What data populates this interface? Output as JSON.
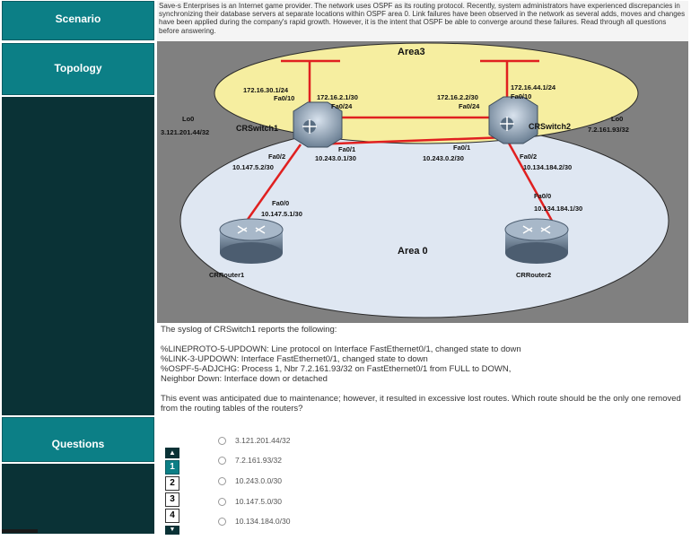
{
  "nav": {
    "scenario": "Scenario",
    "topology": "Topology",
    "questions": "Questions"
  },
  "scenario_text": "Save-s Enterprises is an Internet game provider. The network uses OSPF as its routing protocol. Recently, system administrators have experienced discrepancies in synchronizing their database servers at separate locations within OSPF area 0. Link failures have been observed in the network as several adds, moves and changes have been applied during the company's rapid growth. However, it is the intent that OSPF be able to converge around these failures. Read through all questions before answering.",
  "topology": {
    "area3": "Area3",
    "area0": "Area 0",
    "sw1_name": "CRSwitch1",
    "sw2_name": "CRSwitch2",
    "r1_name": "CRRouter1",
    "r2_name": "CRRouter2",
    "lo0_1_label": "Lo0",
    "lo0_1_ip": "3.121.201.44/32",
    "lo0_2_label": "Lo0",
    "lo0_2_ip": "7.2.161.93/32",
    "sw1_vlan_ip": "172.16.30.1/24",
    "sw1_vlan_if": "Fa0/10",
    "sw2_vlan_ip": "172.16.44.1/24",
    "sw2_vlan_if": "Fa0/10",
    "sw1_top_ip": "172.16.2.1/30",
    "sw1_top_if": "Fa0/24",
    "sw2_top_ip": "172.16.2.2/30",
    "sw2_top_if": "Fa0/24",
    "sw1_mid_if": "Fa0/1",
    "sw1_mid_ip": "10.243.0.1/30",
    "sw2_mid_if": "Fa0/1",
    "sw2_mid_ip": "10.243.0.2/30",
    "sw1_dn_if": "Fa0/2",
    "sw1_dn_ip": "10.147.5.2/30",
    "sw2_dn_if": "Fa0/2",
    "sw2_dn_ip": "10.134.184.2/30",
    "r1_if": "Fa0/0",
    "r1_ip": "10.147.5.1/30",
    "r2_if": "Fa0/0",
    "r2_ip": "10.134.184.1/30"
  },
  "syslog": {
    "intro": "The syslog of CRSwitch1 reports the following:",
    "line1": "%LINEPROTO-5-UPDOWN: Line protocol on Interface FastEthernet0/1, changed state to down",
    "line2": "%LINK-3-UPDOWN: Interface FastEthernet0/1, changed state to down",
    "line3": "%OSPF-5-ADJCHG: Process 1, Nbr 7.2.161.93/32 on FastEthernet0/1 from FULL to DOWN,",
    "line4": "Neighbor Down: Interface down or detached",
    "question": "This event was anticipated due to maintenance; however, it resulted in excessive lost routes.  Which route should be the only one removed from the routing tables of the routers?"
  },
  "answers": {
    "scroll_up": "▲",
    "scroll_down": "▼",
    "question_numbers": [
      "1",
      "2",
      "3",
      "4"
    ],
    "options": [
      "3.121.201.44/32",
      "7.2.161.93/32",
      "10.243.0.0/30",
      "10.147.5.0/30",
      "10.134.184.0/30"
    ]
  },
  "colors": {
    "nav_teal": "#0c7f86",
    "nav_dark": "#0a3236",
    "area3": "#f6eea0",
    "area0": "#dfe7f2",
    "link": "#e02020"
  }
}
